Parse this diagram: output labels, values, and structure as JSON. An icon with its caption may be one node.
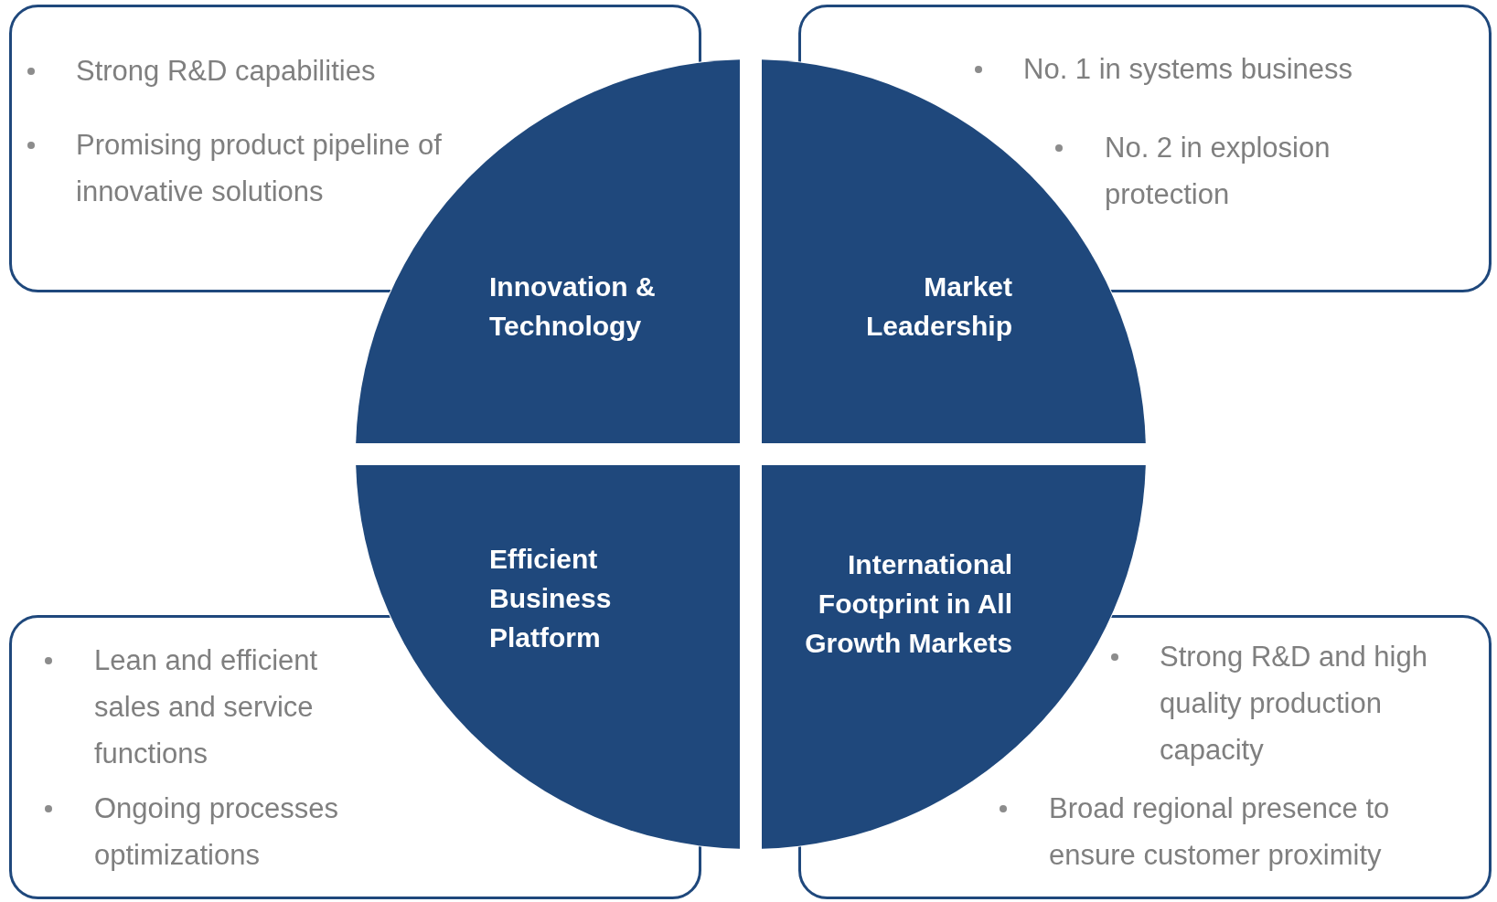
{
  "diagram": {
    "nodes": [
      {
        "text": [
          "Strong R&D capabilities",
          "Promising product pipeline of innovative solutions"
        ]
      },
      {
        "text": [
          "No. 1 in systems business",
          "No. 2 in explosion protection"
        ]
      },
      {
        "text": [
          "Innovation & Technology"
        ]
      },
      {
        "text": [
          "Market Leadership"
        ]
      },
      {
        "text": [
          "Efficient Business Platform"
        ]
      },
      {
        "text": [
          "International Footprint in All Growth Markets"
        ]
      },
      {
        "text": [
          "Lean and efficient sales and service functions",
          "Ongoing processes optimizations"
        ]
      },
      {
        "text": [
          "Strong R&D and high quality production capacity",
          "Broad regional presence to ensure customer proximity"
        ]
      }
    ]
  }
}
